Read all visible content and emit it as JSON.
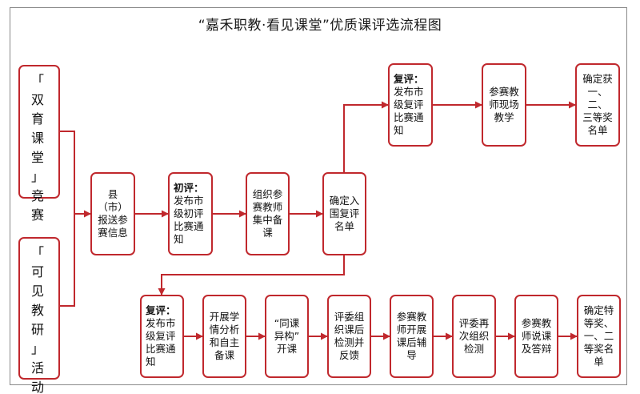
{
  "title": "“嘉禾职教·看见课堂”优质课评选流程图",
  "colors": {
    "box_border": "#c0282d",
    "connector": "#c0282d",
    "frame": "#8a8a8a"
  },
  "left_items": [
    {
      "id": "shuangyu",
      "text": "「\n双\n育\n课\n堂\n」\n竞\n赛"
    },
    {
      "id": "kejian",
      "text": "「\n可\n见\n教\n研\n」\n活\n动"
    }
  ],
  "row_mid": [
    {
      "id": "report",
      "text": "县（市）\n报送参\n赛信息"
    },
    {
      "id": "first_review",
      "heading": "初评：",
      "text": "发布市\n级初评\n比赛通\n知"
    },
    {
      "id": "prep",
      "text": "组织参\n赛教师\n集中备\n课"
    },
    {
      "id": "confirm_finalists",
      "text": "确定入\n围复评\n名单"
    }
  ],
  "row_top": [
    {
      "id": "review_a",
      "heading": "复评：",
      "text": "发布市\n级复评\n比赛通\n知"
    },
    {
      "id": "onsite",
      "text": "参赛教\n师现场\n教学"
    },
    {
      "id": "awards_a",
      "text": "确定获\n一、二、\n三等奖\n名单"
    }
  ],
  "row_bottom": [
    {
      "id": "review_b",
      "heading": "复评：",
      "text": "发布市\n级复评\n比赛通\n知"
    },
    {
      "id": "analysis",
      "text": "开展学\n情分析\n和自主\n备课"
    },
    {
      "id": "tongke",
      "text": "“同课\n异构”\n开课"
    },
    {
      "id": "judges_feedback",
      "text": "评委组\n织课后\n检测并\n反馈"
    },
    {
      "id": "tutoring",
      "text": "参赛教\n师开展\n课后辅\n导"
    },
    {
      "id": "second_test",
      "text": "评委再\n次组织\n检测"
    },
    {
      "id": "defense",
      "text": "参赛教\n师说课\n及答辩"
    },
    {
      "id": "awards_b",
      "text": "确定特\n等奖、\n一、二\n等奖名\n单"
    }
  ]
}
